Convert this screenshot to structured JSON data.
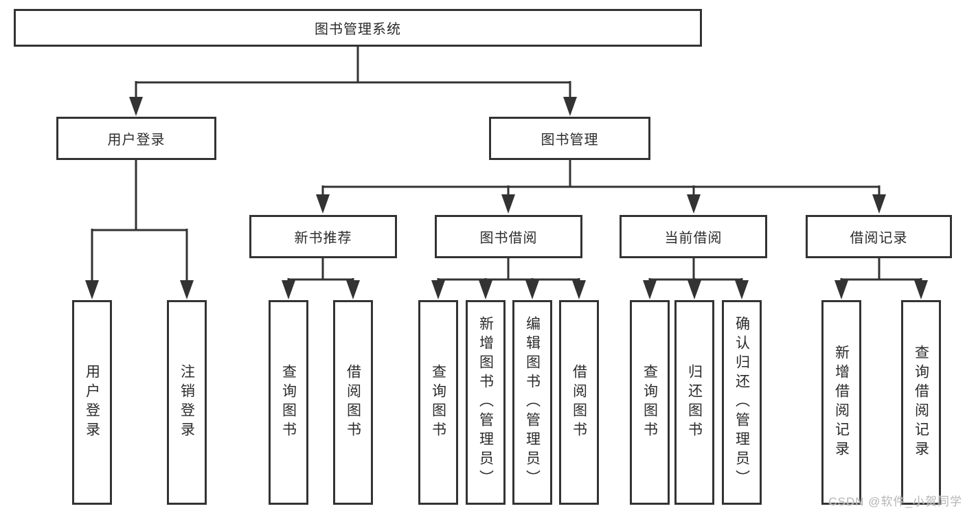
{
  "diagram": {
    "root": {
      "label": "图书管理系统"
    },
    "branches": [
      {
        "label": "用户登录",
        "children": [
          "用户登录",
          "注销登录"
        ]
      },
      {
        "label": "图书管理",
        "children": [
          {
            "label": "新书推荐",
            "children": [
              "查询图书",
              "借阅图书"
            ]
          },
          {
            "label": "图书借阅",
            "children": [
              "查询图书",
              "新增图书（管理员）",
              "编辑图书（管理员）",
              "借阅图书"
            ]
          },
          {
            "label": "当前借阅",
            "children": [
              "查询图书",
              "归还图书",
              "确认归还（管理员）"
            ]
          },
          {
            "label": "借阅记录",
            "children": [
              "新增借阅记录",
              "查询借阅记录"
            ]
          }
        ]
      }
    ]
  },
  "colors": {
    "line": "#333333",
    "text": "#2b2b2b",
    "background": "#ffffff",
    "watermark": "#b5b5b5"
  },
  "watermark": {
    "text": "CSDN @软件_小贺同学"
  }
}
